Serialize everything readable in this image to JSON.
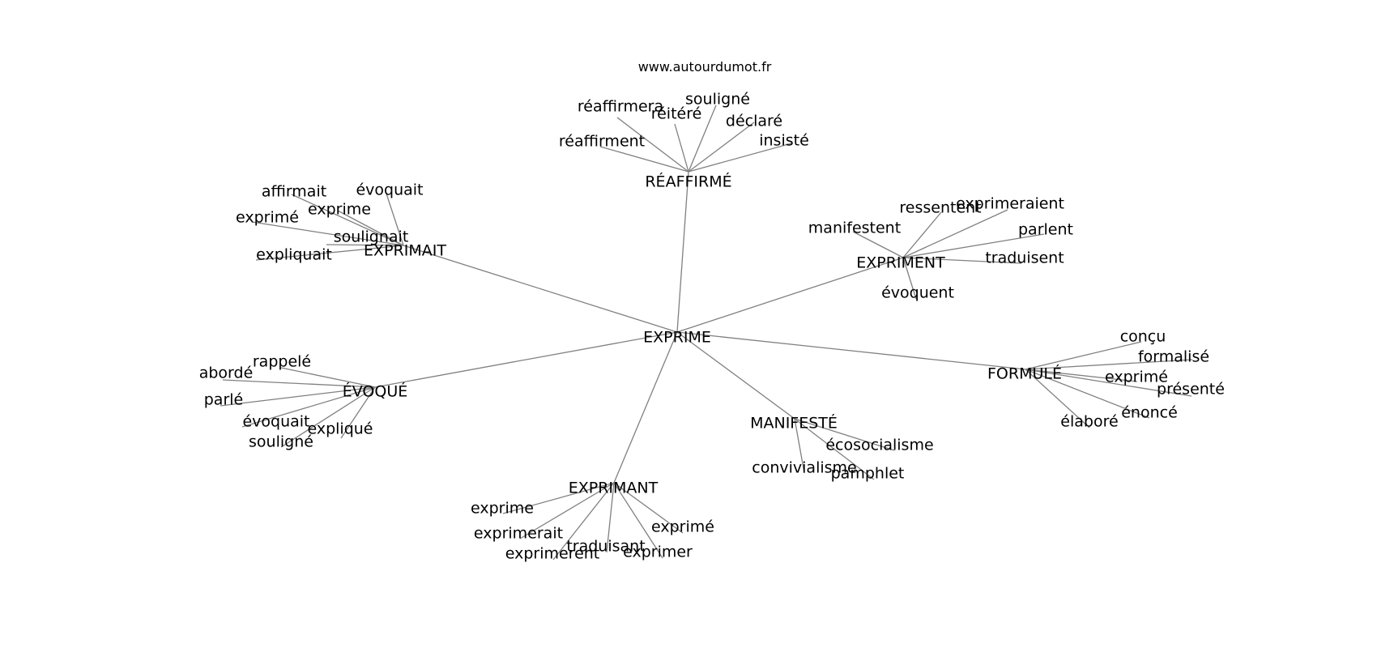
{
  "source_label": "www.autourdumot.fr",
  "edge_color": "#808080",
  "text_color": "#000000",
  "root": "EXPRIME",
  "hubs": [
    {
      "id": "reaffirme",
      "label": "RÉAFFIRMÉ",
      "leaves": [
        "souligné",
        "réaffirmera",
        "réitéré",
        "déclaré",
        "insisté",
        "réaffirment"
      ]
    },
    {
      "id": "exprimait",
      "label": "EXPRIMAIT",
      "leaves": [
        "affirmait",
        "évoquait",
        "exprime",
        "exprimé",
        "soulignait",
        "expliquait"
      ]
    },
    {
      "id": "expriment",
      "label": "EXPRIMENT",
      "leaves": [
        "ressentent",
        "exprimeraient",
        "manifestent",
        "parlent",
        "traduisent",
        "évoquent"
      ]
    },
    {
      "id": "evoque",
      "label": "ÉVOQUÉ",
      "leaves": [
        "rappelé",
        "abordé",
        "parlé",
        "évoquait",
        "expliqué",
        "souligné"
      ]
    },
    {
      "id": "formule",
      "label": "FORMULÉ",
      "leaves": [
        "conçu",
        "formalisé",
        "exprimé",
        "présenté",
        "énoncé",
        "élaboré"
      ]
    },
    {
      "id": "manifeste",
      "label": "MANIFESTÉ",
      "leaves": [
        "écosocialisme",
        "convivialisme",
        "pamphlet"
      ]
    },
    {
      "id": "exprimant",
      "label": "EXPRIMANT",
      "leaves": [
        "exprime",
        "exprimé",
        "exprimerait",
        "traduisant",
        "exprimerent",
        "exprimer"
      ]
    }
  ]
}
